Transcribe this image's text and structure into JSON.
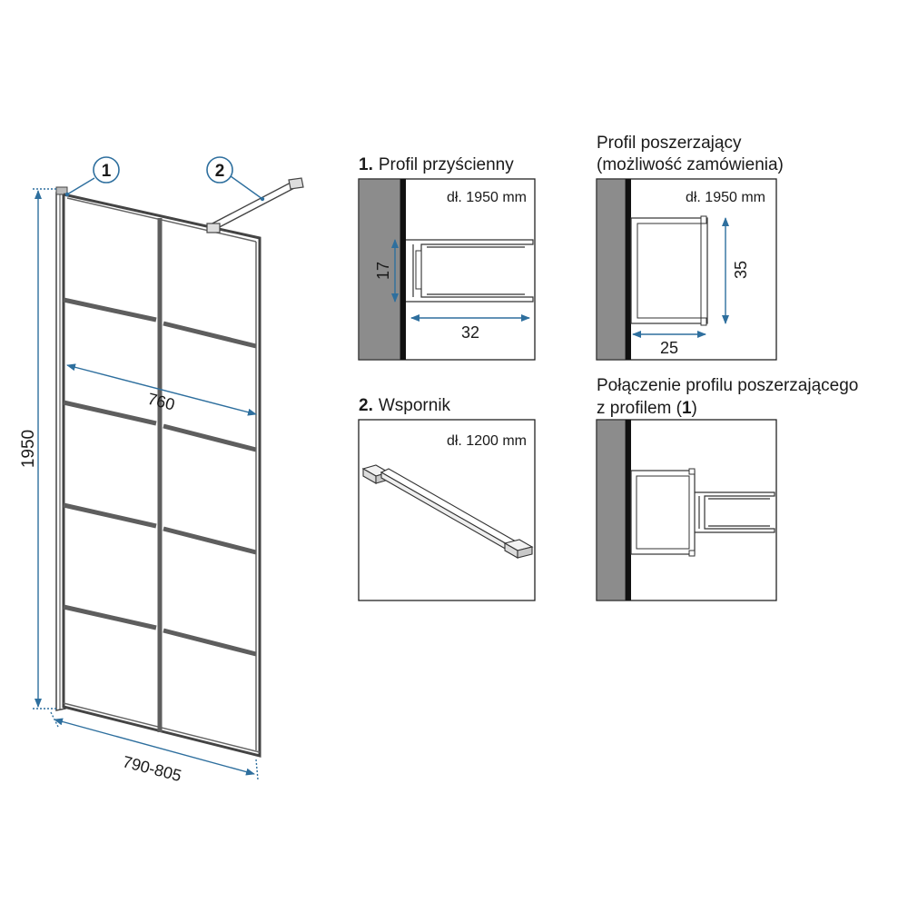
{
  "main_view": {
    "callout_1": "1",
    "callout_2": "2",
    "dim_height": "1950",
    "dim_inner_width": "760",
    "dim_total_width": "790-805"
  },
  "panel_1": {
    "title_num": "1.",
    "title_text": "Profil przyścienny",
    "length_label": "dł. 1950 mm",
    "dim_height": "17",
    "dim_width": "32"
  },
  "panel_ext": {
    "title_line1": "Profil poszerzający",
    "title_line2": "(możliwość zamówienia)",
    "length_label": "dł. 1950 mm",
    "dim_height": "35",
    "dim_width": "25"
  },
  "panel_2": {
    "title_num": "2.",
    "title_text": "Wspornik",
    "length_label": "dł. 1200 mm"
  },
  "panel_conn": {
    "title_line1": "Połączenie profilu poszerzającego",
    "title_line2_pre": "z profilem (",
    "title_line2_num": "1",
    "title_line2_post": ")"
  },
  "colors": {
    "dimension": "#2e6f9e",
    "frame": "#5e5e5e",
    "wall": "#8c8c8c"
  }
}
